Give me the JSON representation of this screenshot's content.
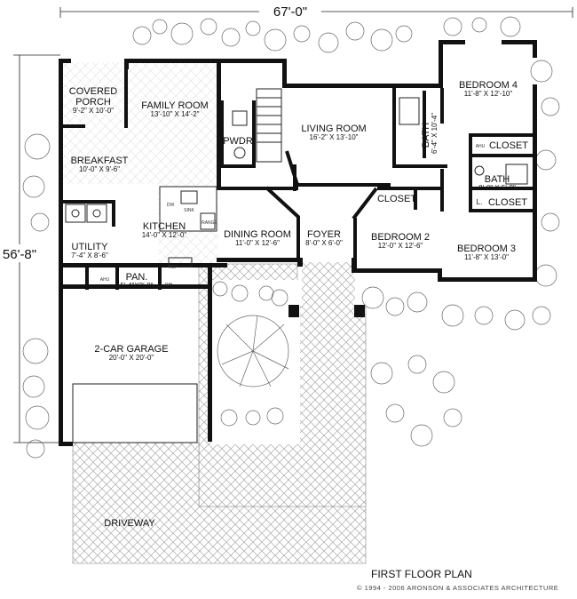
{
  "dimensions": {
    "width": "67'-0\"",
    "depth": "56'-8\""
  },
  "rooms": {
    "covered_porch": {
      "name_line1": "COVERED",
      "name_line2": "PORCH",
      "size": "9'-2\" X 10'-0\""
    },
    "family_room": {
      "name": "FAMILY ROOM",
      "size": "13'-10\" X 14'-2\""
    },
    "pwdr": {
      "name": "PWDR"
    },
    "living_room": {
      "name": "LIVING ROOM",
      "size": "16'-2\" X 13'-10\""
    },
    "bath1": {
      "name": "BATH",
      "size": "6'-4\" X 10'-4\""
    },
    "bedroom4": {
      "name": "BEDROOM 4",
      "size": "11'-8\" X 12'-10\""
    },
    "closet_bed4": {
      "name": "CLOSET"
    },
    "bath2": {
      "name": "BATH",
      "size": "8'-0\" X 5'-0\""
    },
    "closet_bed3": {
      "name": "CLOSET"
    },
    "breakfast": {
      "name": "BREAKFAST",
      "size": "10'-0\" X 9'-6\""
    },
    "kitchen": {
      "name": "KITCHEN",
      "size": "14'-0\" X 12'-0\""
    },
    "dining_room": {
      "name": "DINING ROOM",
      "size": "11'-0\" X 12'-6\""
    },
    "foyer": {
      "name": "FOYER",
      "size": "8'-0\" X 6'-0\""
    },
    "closet_bed2": {
      "name": "CLOSET"
    },
    "bedroom2": {
      "name": "BEDROOM 2",
      "size": "12'-0\" X 12'-6\""
    },
    "bedroom3": {
      "name": "BEDROOM 3",
      "size": "11'-8\" X 13'-0\""
    },
    "utility": {
      "name": "UTILITY",
      "size": "7'-4\" X 8'-6\""
    },
    "pantry": {
      "name": "PAN.",
      "size": "5'-4\"X3'-8\""
    },
    "garage": {
      "name": "2-CAR GARAGE",
      "size": "20'-0\" X 20'-0\""
    },
    "driveway": {
      "name": "DRIVEWAY"
    }
  },
  "fixtures": {
    "dw": "DW",
    "sink": "SINK",
    "range": "RANGE",
    "ref": "REF",
    "wh": "WH",
    "ahu": "AHU",
    "linen": "L."
  },
  "footer": {
    "title": "FIRST FLOOR PLAN",
    "copyright": "© 1994 - 2006 ARONSON & ASSOCIATES ARCHITECTURE"
  }
}
